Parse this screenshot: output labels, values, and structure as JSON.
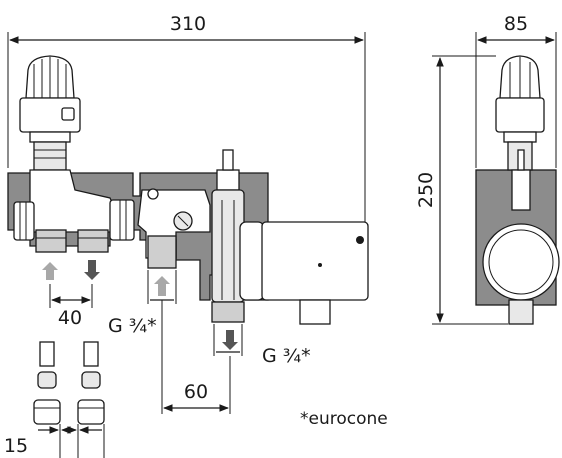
{
  "dimensions": {
    "overall_width": "310",
    "side_width": "85",
    "height": "250",
    "inlet_spacing": "40",
    "pump_offset": "60",
    "fitting_spacing": "15"
  },
  "thread_labels": {
    "left": "G ¾*",
    "right": "G ¾*"
  },
  "footnote": "*eurocone"
}
